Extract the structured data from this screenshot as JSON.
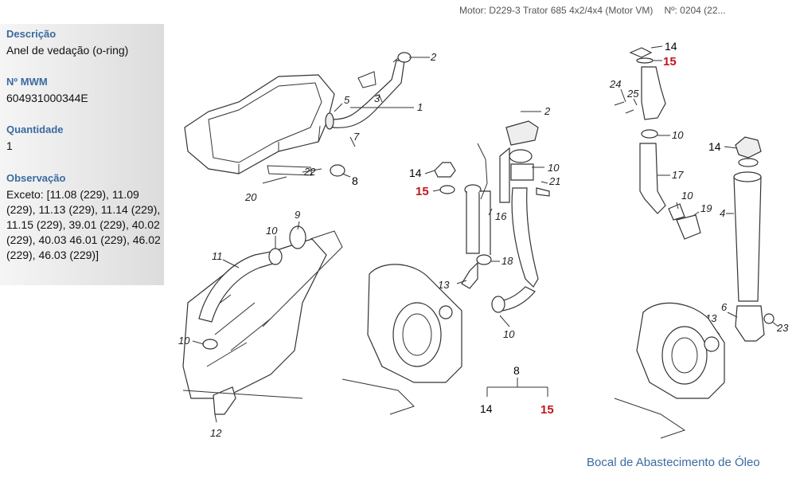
{
  "header": {
    "engine": "Motor: D229-3 Trator 685 4x2/4x4 (Motor VM)",
    "number": "Nº: 0204 (22..."
  },
  "panel": {
    "fields": [
      {
        "label": "Descrição",
        "value": "Anel de vedação (o-ring)"
      },
      {
        "label": "Nº MWM",
        "value": "604931000344E"
      },
      {
        "label": "Quantidade",
        "value": "1"
      },
      {
        "label": "Observação",
        "value": "Exceto: [11.08 (229), 11.09 (229), 11.13 (229), 11.14 (229), 11.15 (229), 39.01 (229), 40.02 (229), 40.03 46.01 (229), 46.02 (229), 46.03 (229)]"
      }
    ]
  },
  "callouts": {
    "c1": "1",
    "c2": "2",
    "c3": "3",
    "c4": "4",
    "c5": "5",
    "c6": "6",
    "c7": "7",
    "c8": "8",
    "c9": "9",
    "c10": "10",
    "c11": "11",
    "c12": "12",
    "c13": "13",
    "c14": "14",
    "c15": "15",
    "c16": "16",
    "c17": "17",
    "c18": "18",
    "c19": "19",
    "c20": "20",
    "c21": "21",
    "c22": "22",
    "c23": "23",
    "c24": "24",
    "c25": "25"
  },
  "tree": {
    "parent": "8",
    "left": "14",
    "right": "15"
  },
  "footer": {
    "title": "Bocal de Abastecimento de Óleo"
  }
}
